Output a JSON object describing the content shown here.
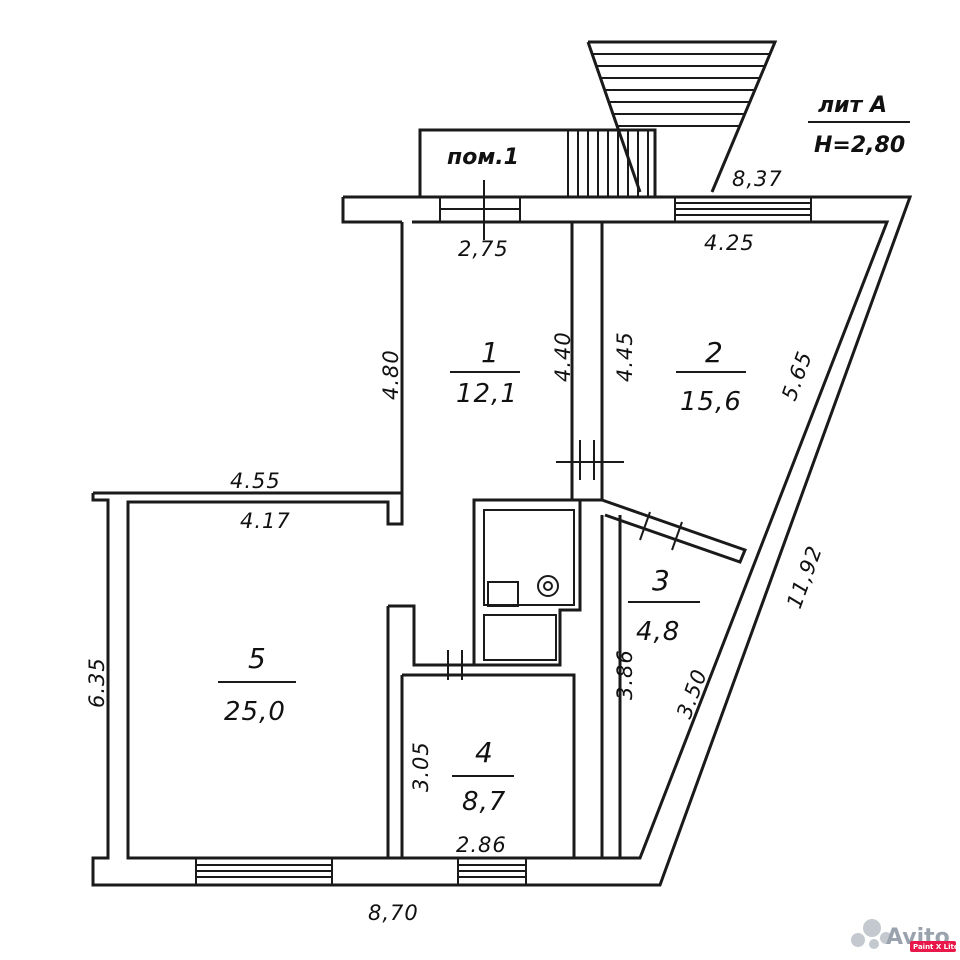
{
  "header": {
    "lit": "лит А",
    "height": "H=2,80"
  },
  "rooms": [
    {
      "number": "1",
      "area": "12,1"
    },
    {
      "number": "2",
      "area": "15,6"
    },
    {
      "number": "3",
      "area": "4,8"
    },
    {
      "number": "4",
      "area": "8,7"
    },
    {
      "number": "5",
      "area": "25,0"
    }
  ],
  "porch_label": "пом.1",
  "dimensions": {
    "top_right_length": "8,37",
    "room1_width": "2,75",
    "room2_width": "4.25",
    "room1_height": "4.40",
    "room2_left": "4.45",
    "room2_diag": "5.65",
    "left_upper": "4.80",
    "mid_outer": "4.55",
    "mid_inner": "4.17",
    "left_lower": "6.35",
    "right_outer": "11,92",
    "room3_left": "3.86",
    "room3_right": "3.50",
    "room4_left": "3.05",
    "room4_width": "2.86",
    "bottom_length": "8,70"
  },
  "watermark": {
    "brand": "Avito",
    "badge": "Paint X Lite",
    "logo_icon": "avito-dots-icon"
  }
}
